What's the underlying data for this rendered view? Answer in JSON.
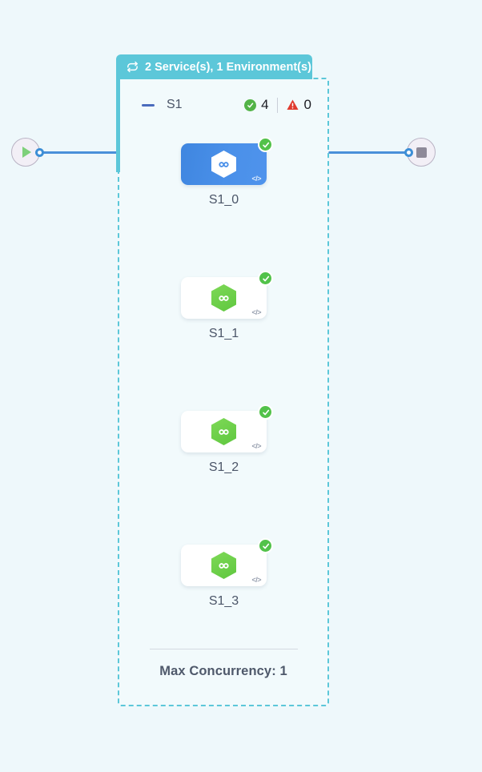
{
  "canvas": {
    "background_color": "#eef8fb"
  },
  "start_node": {
    "name": "start",
    "icon": "play-icon",
    "icon_color": "#7ed07a",
    "port": "output-port"
  },
  "end_node": {
    "name": "end",
    "icon": "stop-icon",
    "icon_color": "#8e8a99",
    "port": "input-port"
  },
  "edges": {
    "color": "#4a90d9"
  },
  "group": {
    "header": {
      "icon": "loop-icon",
      "label": "2 Service(s), 1 Environment(s)",
      "background_color": "#5cc7d9",
      "text_color": "#ffffff"
    },
    "border_color": "#5cc7d9",
    "collapse_icon": "minus-icon",
    "title": "S1",
    "status": {
      "success_icon": "check-circle-icon",
      "success_count": "4",
      "success_color": "#52b347",
      "warning_icon": "warning-triangle-icon",
      "warning_count": "0",
      "warning_color": "#e03b2f"
    },
    "nodes": [
      {
        "label": "S1_0",
        "selected": true,
        "hex_color": "#ffffff",
        "card_color": "#4a90e9",
        "status_icon": "check-circle-icon",
        "code_badge": "</>"
      },
      {
        "label": "S1_1",
        "selected": false,
        "hex_color": "#5fc73f",
        "card_color": "#ffffff",
        "status_icon": "check-circle-icon",
        "code_badge": "</>"
      },
      {
        "label": "S1_2",
        "selected": false,
        "hex_color": "#5fc73f",
        "card_color": "#ffffff",
        "status_icon": "check-circle-icon",
        "code_badge": "</>"
      },
      {
        "label": "S1_3",
        "selected": false,
        "hex_color": "#5fc73f",
        "card_color": "#ffffff",
        "status_icon": "check-circle-icon",
        "code_badge": "</>"
      }
    ],
    "footer": {
      "text": "Max Concurrency: 1"
    }
  }
}
